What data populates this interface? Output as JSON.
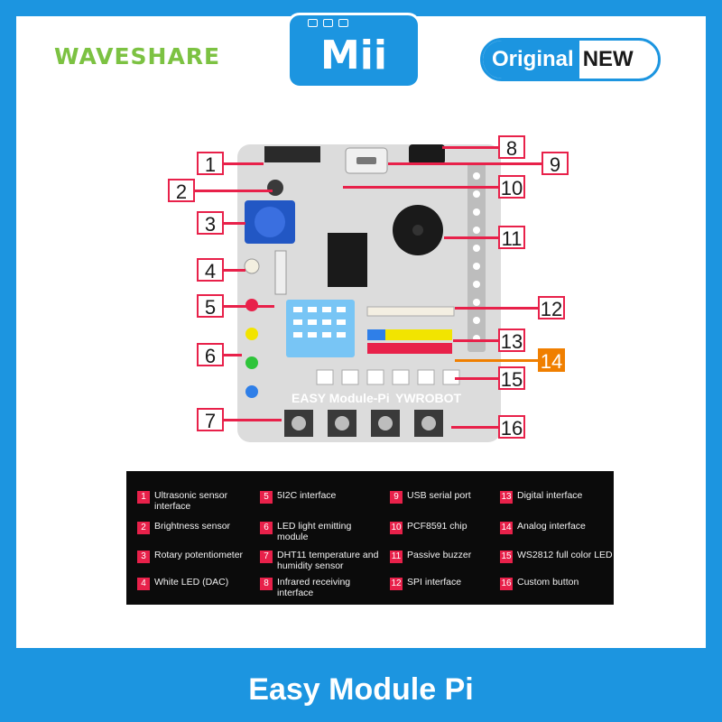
{
  "header": {
    "brand": "WAVESHARE",
    "badge_text": "Mii",
    "original_label": "Original",
    "new_label": "NEW"
  },
  "image": {
    "caption": "Easy Module Pi",
    "board_silkscreen": [
      "EASY Module-Pi",
      "YWROBOT"
    ],
    "callout_numbers": [
      "1",
      "2",
      "3",
      "4",
      "5",
      "6",
      "7",
      "8",
      "9",
      "10",
      "11",
      "12",
      "13",
      "14",
      "15",
      "16"
    ]
  },
  "legend": [
    {
      "n": "1",
      "label": "Ultrasonic sensor interface"
    },
    {
      "n": "2",
      "label": "Brightness sensor"
    },
    {
      "n": "3",
      "label": "Rotary potentiometer"
    },
    {
      "n": "4",
      "label": "White LED (DAC)"
    },
    {
      "n": "5",
      "label": "5I2C interface"
    },
    {
      "n": "6",
      "label": "LED light emitting module"
    },
    {
      "n": "7",
      "label": "DHT11 temperature and humidity sensor"
    },
    {
      "n": "8",
      "label": "Infrared receiving interface"
    },
    {
      "n": "9",
      "label": "USB serial port"
    },
    {
      "n": "10",
      "label": "PCF8591 chip"
    },
    {
      "n": "11",
      "label": "Passive buzzer"
    },
    {
      "n": "12",
      "label": "SPI interface"
    },
    {
      "n": "13",
      "label": "Digital interface"
    },
    {
      "n": "14",
      "label": "Analog interface"
    },
    {
      "n": "15",
      "label": "WS2812 full color LED"
    },
    {
      "n": "16",
      "label": "Custom button"
    }
  ],
  "colors": {
    "frame": "#1c95e0",
    "brand_green": "#7cc242",
    "callout_red": "#e8214a",
    "callout_orange": "#f07f00",
    "legend_bg": "#0b0b0b"
  }
}
